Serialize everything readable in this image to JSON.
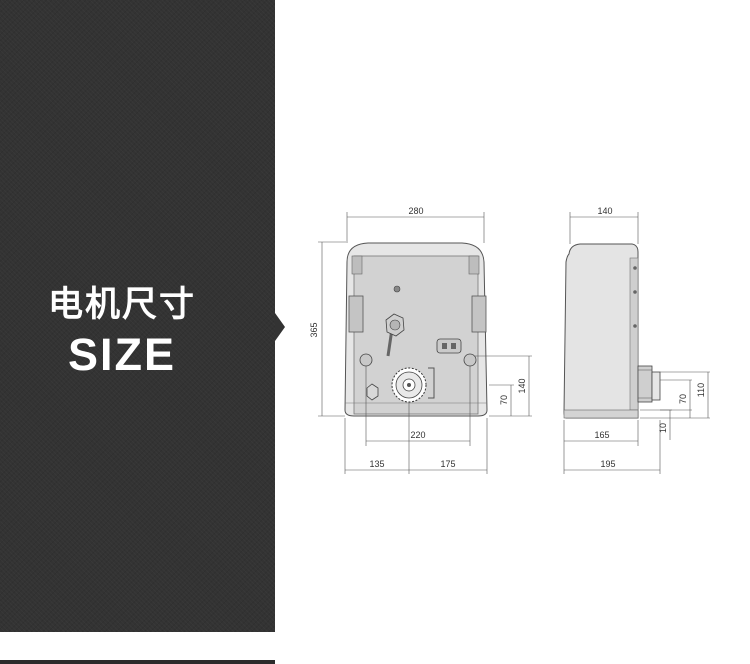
{
  "title": {
    "chinese": "电机尺寸",
    "english": "SIZE"
  },
  "dimensions": {
    "front_width": "280",
    "front_height": "365",
    "gear_center_height": "70",
    "bracket_height": "140",
    "mount_width": "220",
    "left_offset": "135",
    "right_offset": "175",
    "side_depth_top": "140",
    "side_base": "165",
    "side_total": "195",
    "side_gear_height": "70",
    "side_bracket_height": "110",
    "side_gear_offset": "10"
  },
  "colors": {
    "panel": "#333333",
    "housing": "#e4e4e4",
    "housing_dark": "#cfcfcf",
    "line": "#555555"
  }
}
